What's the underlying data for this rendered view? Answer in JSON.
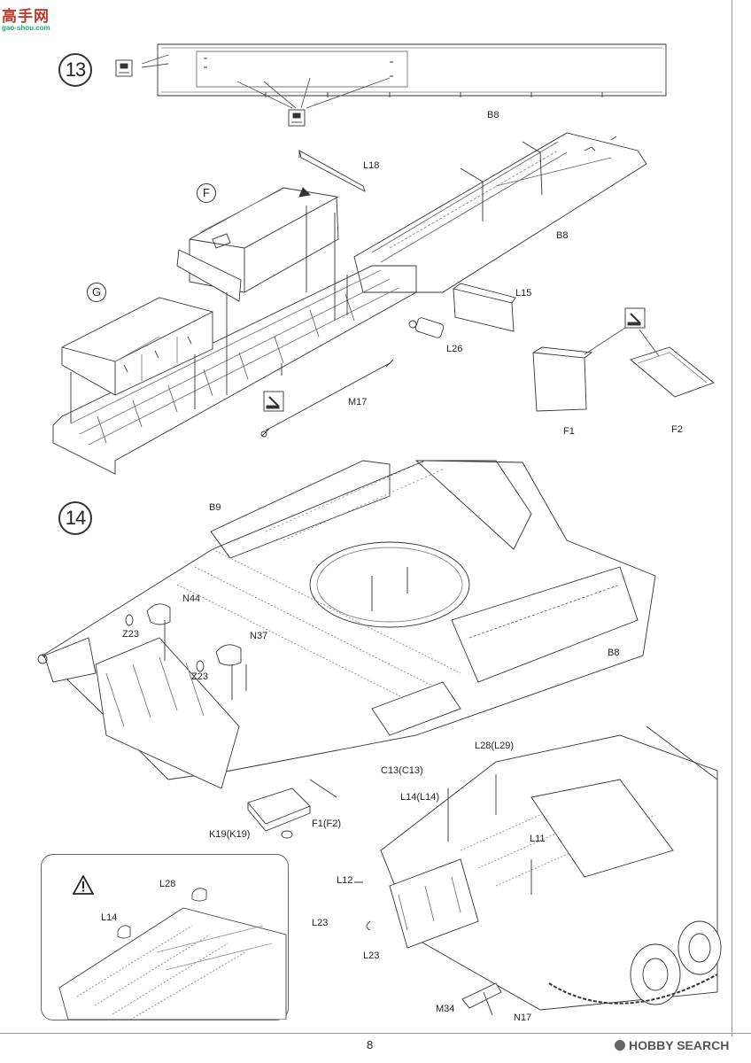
{
  "header": {
    "logo_cn": "高手网",
    "logo_url": "gao-shou.com"
  },
  "steps": [
    {
      "number": "13"
    },
    {
      "number": "14"
    }
  ],
  "step13_labels": {
    "b8_top": "B8",
    "l18": "L18",
    "f_circle": "F",
    "b8_mid": "B8",
    "g_circle": "G",
    "l15": "L15",
    "l26": "L26",
    "m17": "M17",
    "f1": "F1",
    "f2": "F2"
  },
  "step14_labels": {
    "b9": "B9",
    "n44": "N44",
    "z23_a": "Z23",
    "n37": "N37",
    "z23_b": "Z23",
    "b8": "B8",
    "l28_l29": "L28(L29)",
    "c13": "C13(C13)",
    "l14_l14": "L14(L14)",
    "k19": "K19(K19)",
    "f1_f2": "F1(F2)",
    "l11": "L11",
    "l12": "L12",
    "l23_a": "L23",
    "l23_b": "L23",
    "m34": "M34",
    "n17": "N17"
  },
  "inset_labels": {
    "l28": "L28",
    "l14": "L14"
  },
  "footer": {
    "page_number": "8",
    "watermark": "HOBBY SEARCH"
  },
  "icons": [
    "glue-icon",
    "cement-icon",
    "warning-icon"
  ]
}
